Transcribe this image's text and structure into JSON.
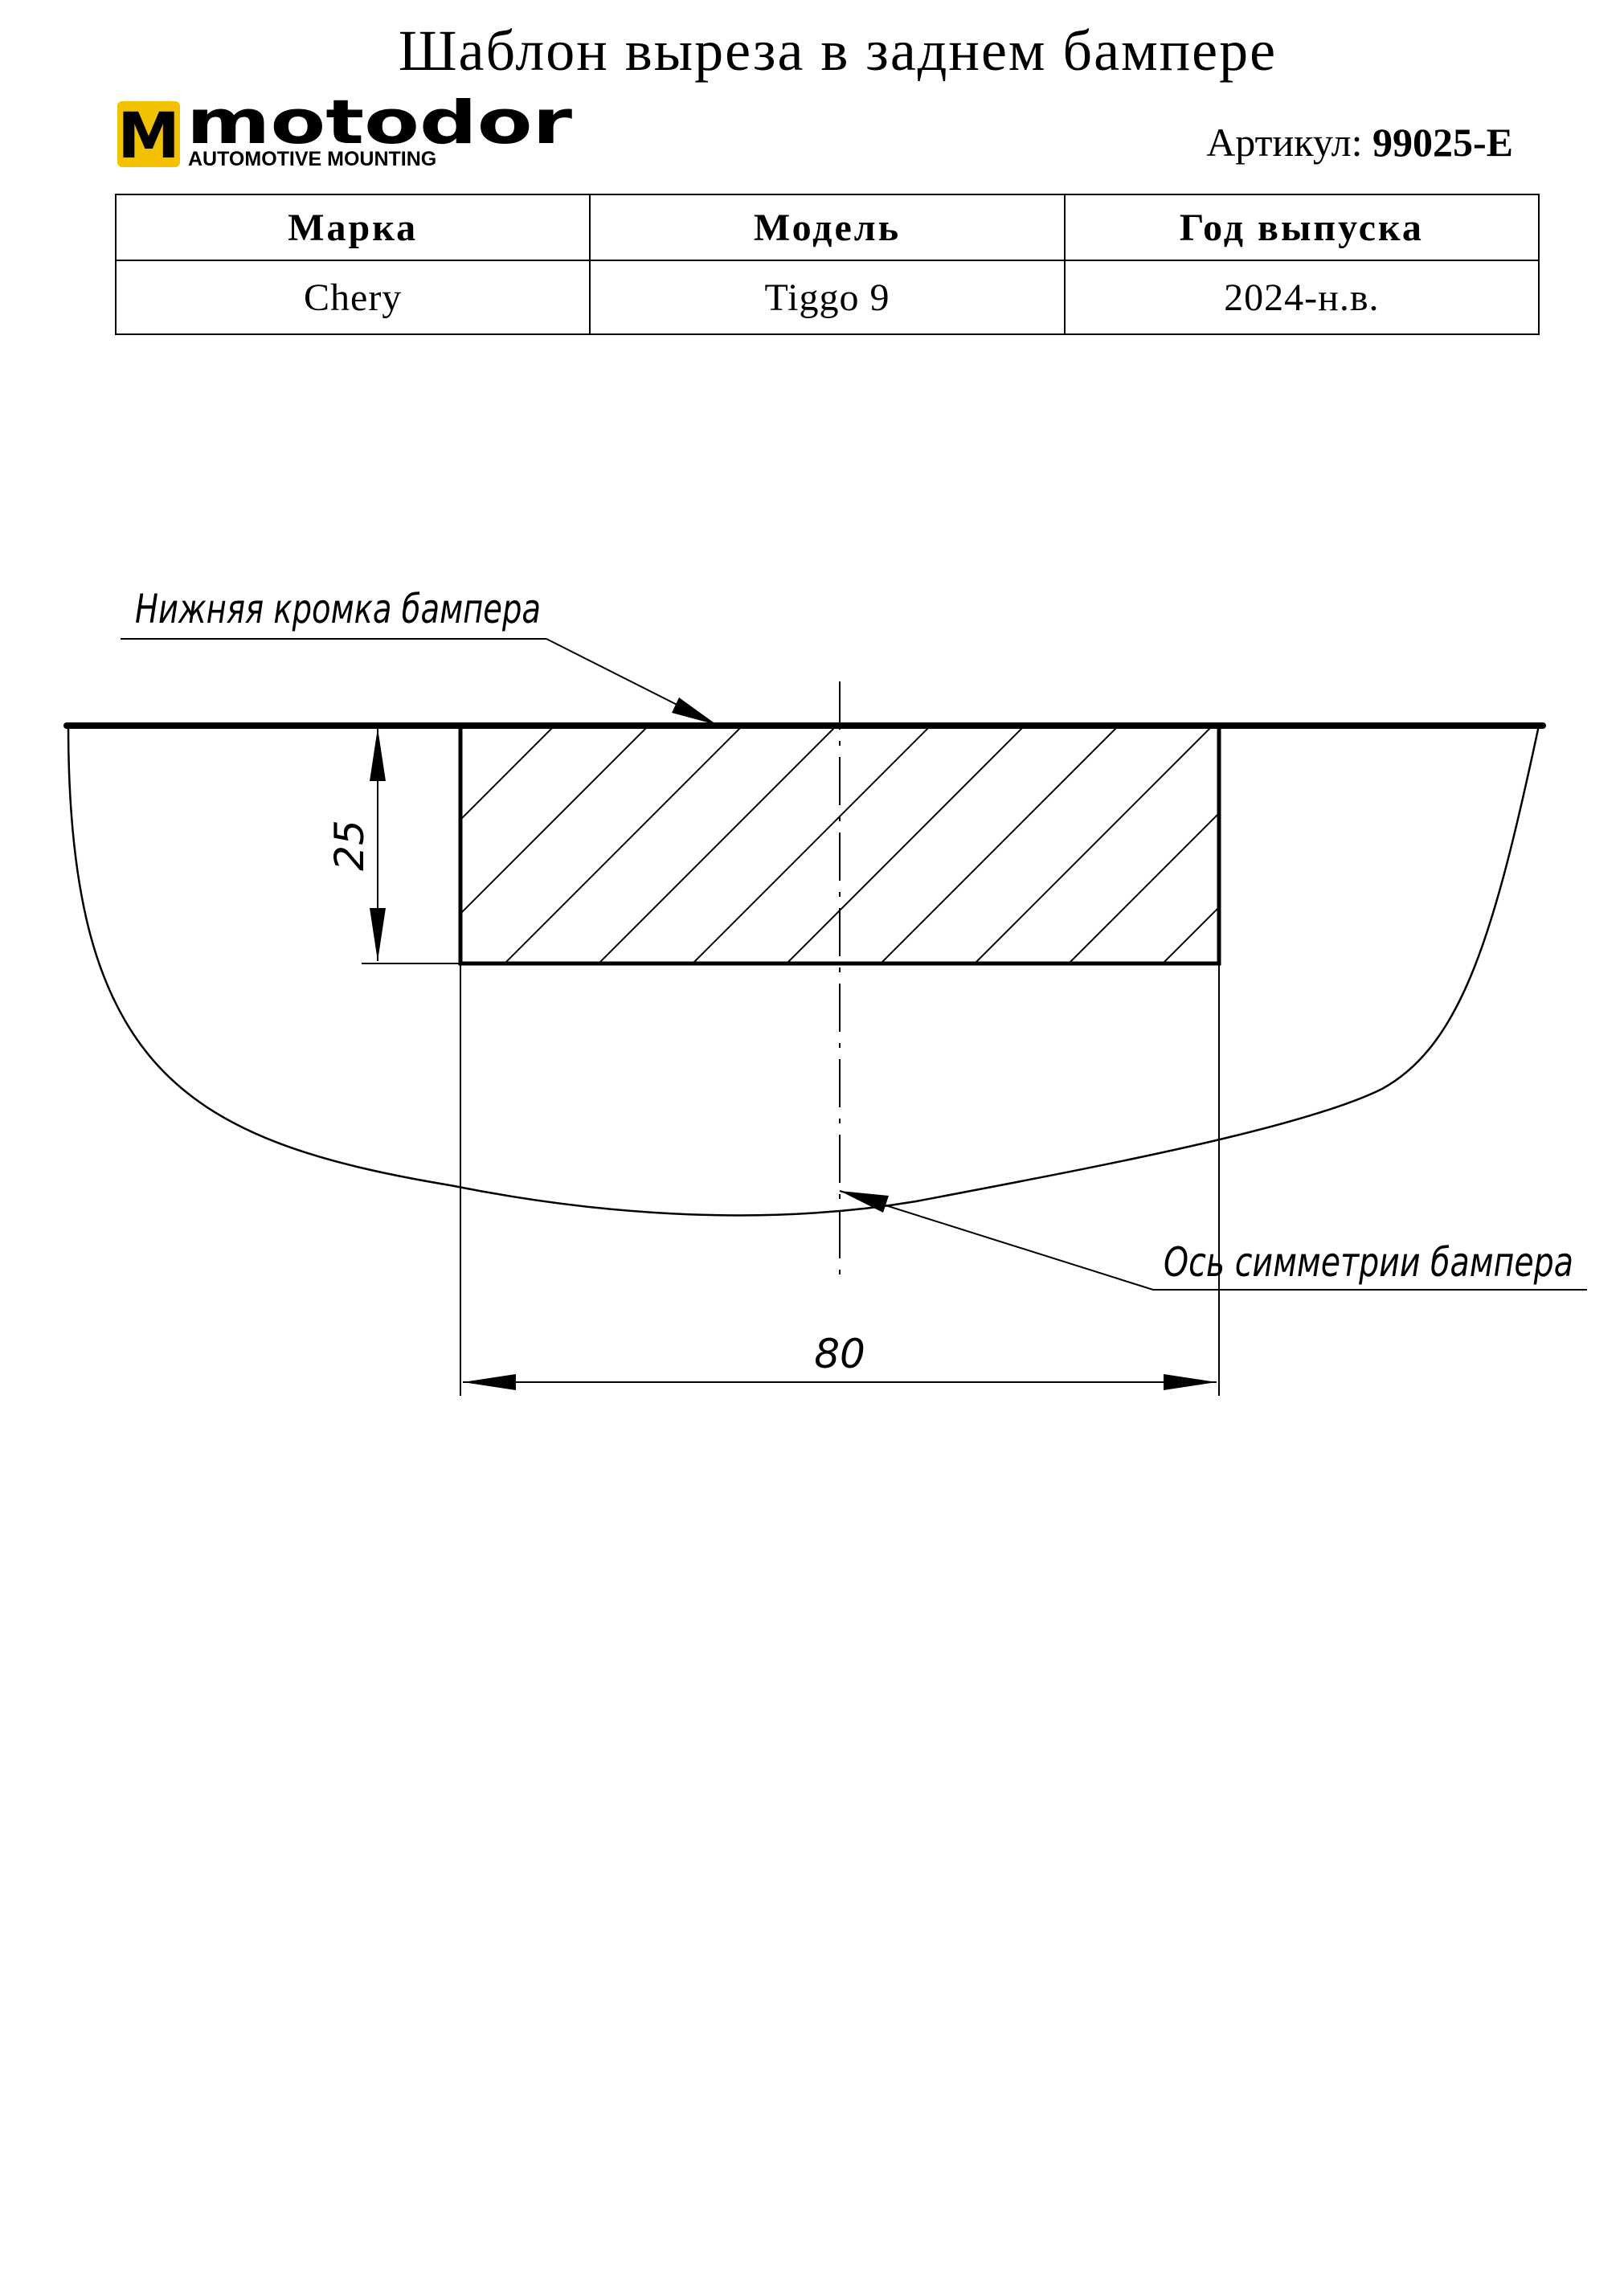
{
  "page": {
    "title": "Шаблон выреза в  заднем бампере",
    "article_label": "Артикул:",
    "article_number": "99025-E"
  },
  "logo": {
    "brand": "motodor",
    "letter": "M",
    "tagline": "AUTOMOTIVE MOUNTING",
    "colors": {
      "badge": "#f2c200",
      "text": "#000000"
    }
  },
  "table": {
    "headers": [
      "Марка",
      "Модель",
      "Год выпуска"
    ],
    "row": [
      "Chery",
      "Tiggo 9",
      "2024-н.в."
    ]
  },
  "drawing": {
    "labels": {
      "bottom_edge": "Нижняя кромка бампера",
      "symmetry_axis": "Ось симметрии бампера"
    },
    "dimensions": {
      "height": "25",
      "width": "80"
    }
  }
}
